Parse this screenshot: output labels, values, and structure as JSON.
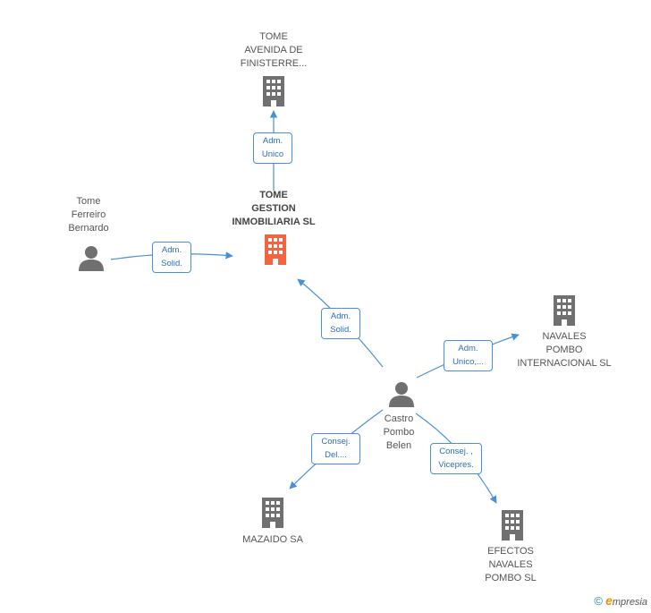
{
  "colors": {
    "edge": "#4a90d9",
    "company": "#707070",
    "company_main": "#f26540",
    "person": "#707070"
  },
  "nodes": {
    "tome_avenida": {
      "label": "TOME\nAVENIDA DE\nFINISTERRE...",
      "kind": "company"
    },
    "tome_gestion": {
      "label": "TOME\nGESTION\nINMOBILIARIA SL",
      "kind": "company-main"
    },
    "tome_ferreiro": {
      "label": "Tome\nFerreiro\nBernardo",
      "kind": "person"
    },
    "navales_pombo": {
      "label": "NAVALES\nPOMBO\nINTERNACIONAL SL",
      "kind": "company"
    },
    "castro_pombo": {
      "label": "Castro\nPombo\nBelen",
      "kind": "person"
    },
    "mazaido": {
      "label": "MAZAIDO SA",
      "kind": "company"
    },
    "efectos_navales": {
      "label": "EFECTOS\nNAVALES\nPOMBO SL",
      "kind": "company"
    }
  },
  "edges": {
    "gestion_avenida": {
      "label": "Adm.\nUnico"
    },
    "ferreiro_gestion": {
      "label": "Adm.\nSolid."
    },
    "castro_gestion": {
      "label": "Adm.\nSolid."
    },
    "castro_navales": {
      "label": "Adm.\nUnico,..."
    },
    "castro_mazaido": {
      "label": "Consej.\nDel...."
    },
    "castro_efectos": {
      "label": "Consej. ,\nVicepres."
    }
  },
  "footer": {
    "copyright_symbol": "©",
    "brand_e": "e",
    "brand_rest": "mpresia"
  }
}
